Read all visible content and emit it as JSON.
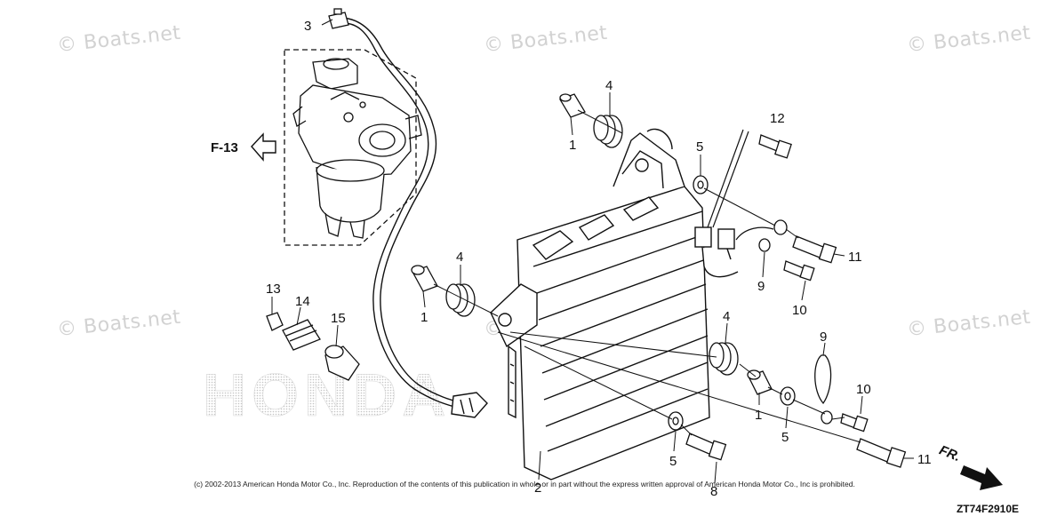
{
  "watermark": "© Boats.net",
  "ref_arrow_label": "F-13",
  "front_label": "FR.",
  "brand_watermark": "HONDA",
  "callouts": {
    "c3": "3",
    "c4a": "4",
    "c1a": "1",
    "c12": "12",
    "c5a": "5",
    "c11a": "11",
    "c9a": "9",
    "c10a": "10",
    "c4b": "4",
    "c1b": "1",
    "c13": "13",
    "c14": "14",
    "c15": "15",
    "c4c": "4",
    "c9b": "9",
    "c10b": "10",
    "c1c": "1",
    "c5b": "5",
    "c11b": "11",
    "c5c": "5",
    "c2": "2",
    "c8": "8"
  },
  "copyright": "(c) 2002-2013 American Honda Motor Co., Inc. Reproduction of the contents of this publication in whole or in part without the express written approval of American Honda Motor Co., Inc is prohibited.",
  "diagram_code": "ZT74F2910E"
}
